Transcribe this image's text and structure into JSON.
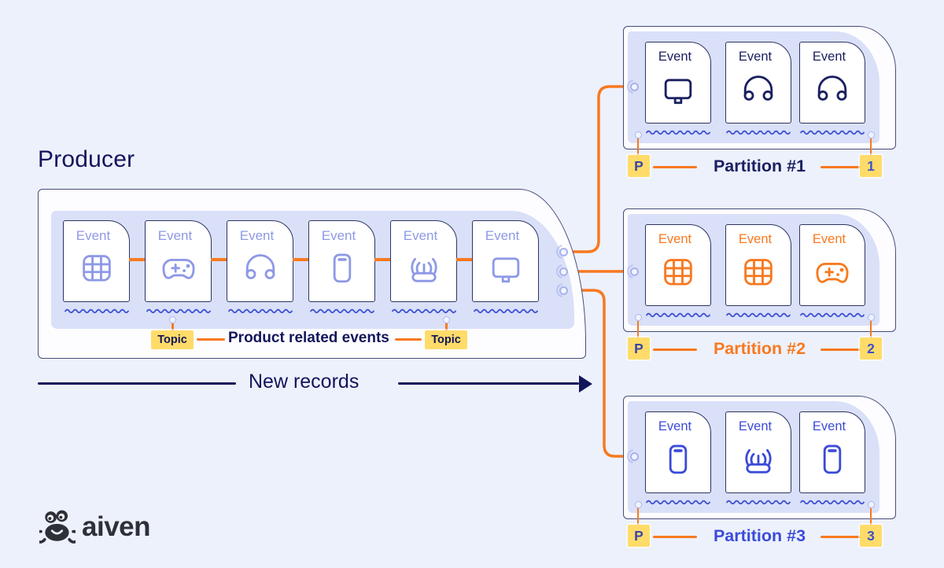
{
  "colors": {
    "background": "#EDF1FC",
    "navy": "#13155B",
    "border_navy": "#464C7A",
    "card_border": "#2E3462",
    "periwinkle": "#8E99E6",
    "band_lavender": "#D9E0F8",
    "orange": "#F8791F",
    "royal_blue": "#3B4BD8",
    "yellow_badge": "#FFDC69",
    "wave_blue": "#4152D2",
    "badge_letter_blue": "#3A44A8",
    "badge_number_blue": "#3F51C8",
    "logo_charcoal": "#2E3038"
  },
  "producer": {
    "title": "Producer",
    "card_color": "#8E99E6",
    "cards": [
      {
        "label": "Event",
        "icon": "keyboard-icon"
      },
      {
        "label": "Event",
        "icon": "controller-icon"
      },
      {
        "label": "Event",
        "icon": "headphones-icon"
      },
      {
        "label": "Event",
        "icon": "phone-icon"
      },
      {
        "label": "Event",
        "icon": "router-icon"
      },
      {
        "label": "Event",
        "icon": "monitor-icon"
      }
    ],
    "topic_left": "Topic",
    "topic_right": "Topic",
    "caption": "Product related events",
    "arrow_label": "New records"
  },
  "partitions": [
    {
      "title": "Partition #1",
      "color": "#1A2060",
      "key_badge": "P",
      "index_badge": "1",
      "cards": [
        {
          "label": "Event",
          "icon": "monitor-icon"
        },
        {
          "label": "Event",
          "icon": "headphones-icon"
        },
        {
          "label": "Event",
          "icon": "headphones-icon"
        }
      ]
    },
    {
      "title": "Partition #2",
      "color": "#F8791F",
      "key_badge": "P",
      "index_badge": "2",
      "cards": [
        {
          "label": "Event",
          "icon": "keyboard-icon"
        },
        {
          "label": "Event",
          "icon": "keyboard-icon"
        },
        {
          "label": "Event",
          "icon": "controller-icon"
        }
      ]
    },
    {
      "title": "Partition #3",
      "color": "#3B4BD8",
      "key_badge": "P",
      "index_badge": "3",
      "cards": [
        {
          "label": "Event",
          "icon": "phone-icon"
        },
        {
          "label": "Event",
          "icon": "router-icon"
        },
        {
          "label": "Event",
          "icon": "phone-icon"
        }
      ]
    }
  ],
  "logo": {
    "text": "aiven",
    "icon": "crab-icon"
  }
}
